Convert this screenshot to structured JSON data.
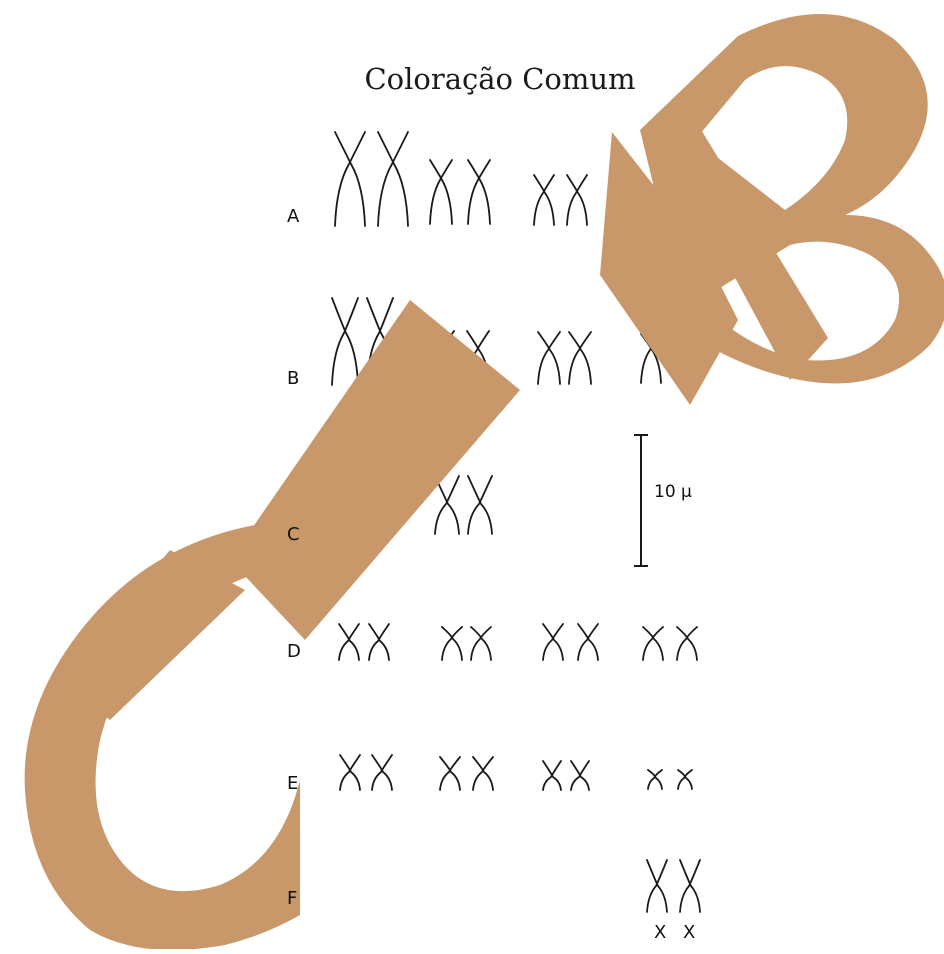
{
  "title": "Coloração Comum",
  "rows": [
    {
      "label": "A"
    },
    {
      "label": "B"
    },
    {
      "label": "C"
    },
    {
      "label": "D"
    },
    {
      "label": "E"
    },
    {
      "label": "F"
    }
  ],
  "scale_bar": {
    "label": "10 μ"
  },
  "sex_chromosomes": [
    "X",
    "X"
  ],
  "watermark": {
    "text": "CJB",
    "color": "#c8986a"
  }
}
